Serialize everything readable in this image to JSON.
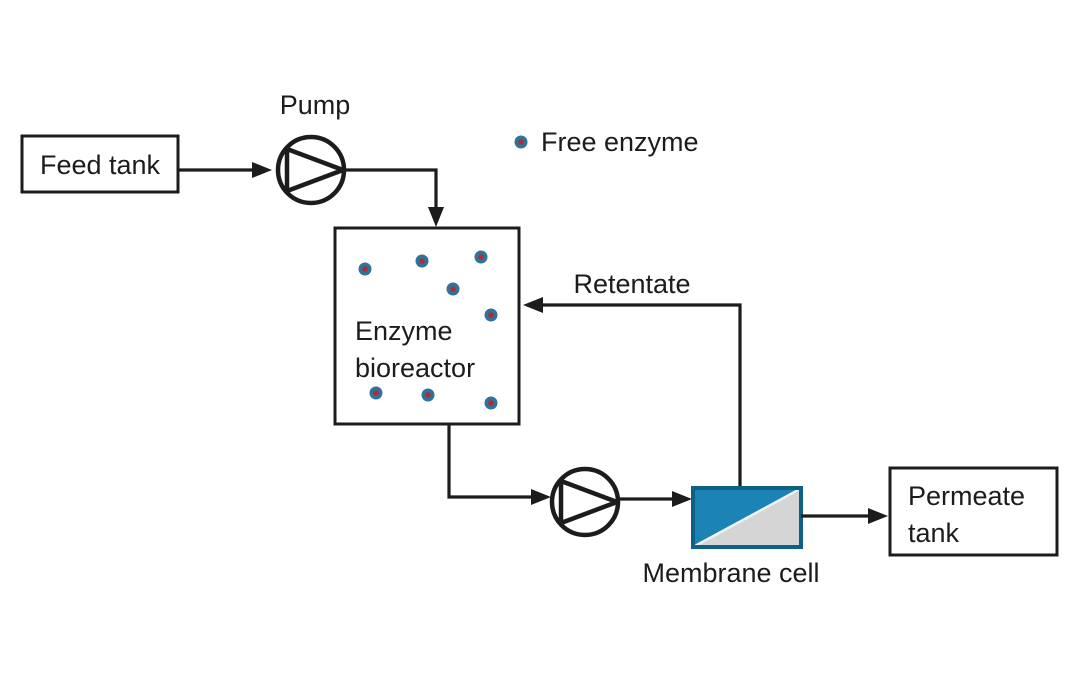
{
  "diagram": {
    "title_implicit": "Enzyme membrane bioreactor process flow",
    "labels": {
      "pump": "Pump",
      "feed_tank": "Feed tank",
      "free_enzyme": "Free enzyme",
      "enzyme_bioreactor": [
        "Enzyme",
        "bioreactor"
      ],
      "retentate": "Retentate",
      "membrane_cell": "Membrane cell",
      "permeate_tank": [
        "Permeate",
        "tank"
      ]
    },
    "free_enzyme_dot_count": 8,
    "colors": {
      "background": "#ffffff",
      "line": "#1c1c1c",
      "enzyme_dot_outer": "#2d7496",
      "enzyme_dot_inner": "#b02a42",
      "membrane_blue": "#1b84b4",
      "membrane_border": "#0f6184",
      "membrane_gray": "#d5d5d5",
      "membrane_diagonal": "#eef4f7"
    }
  }
}
